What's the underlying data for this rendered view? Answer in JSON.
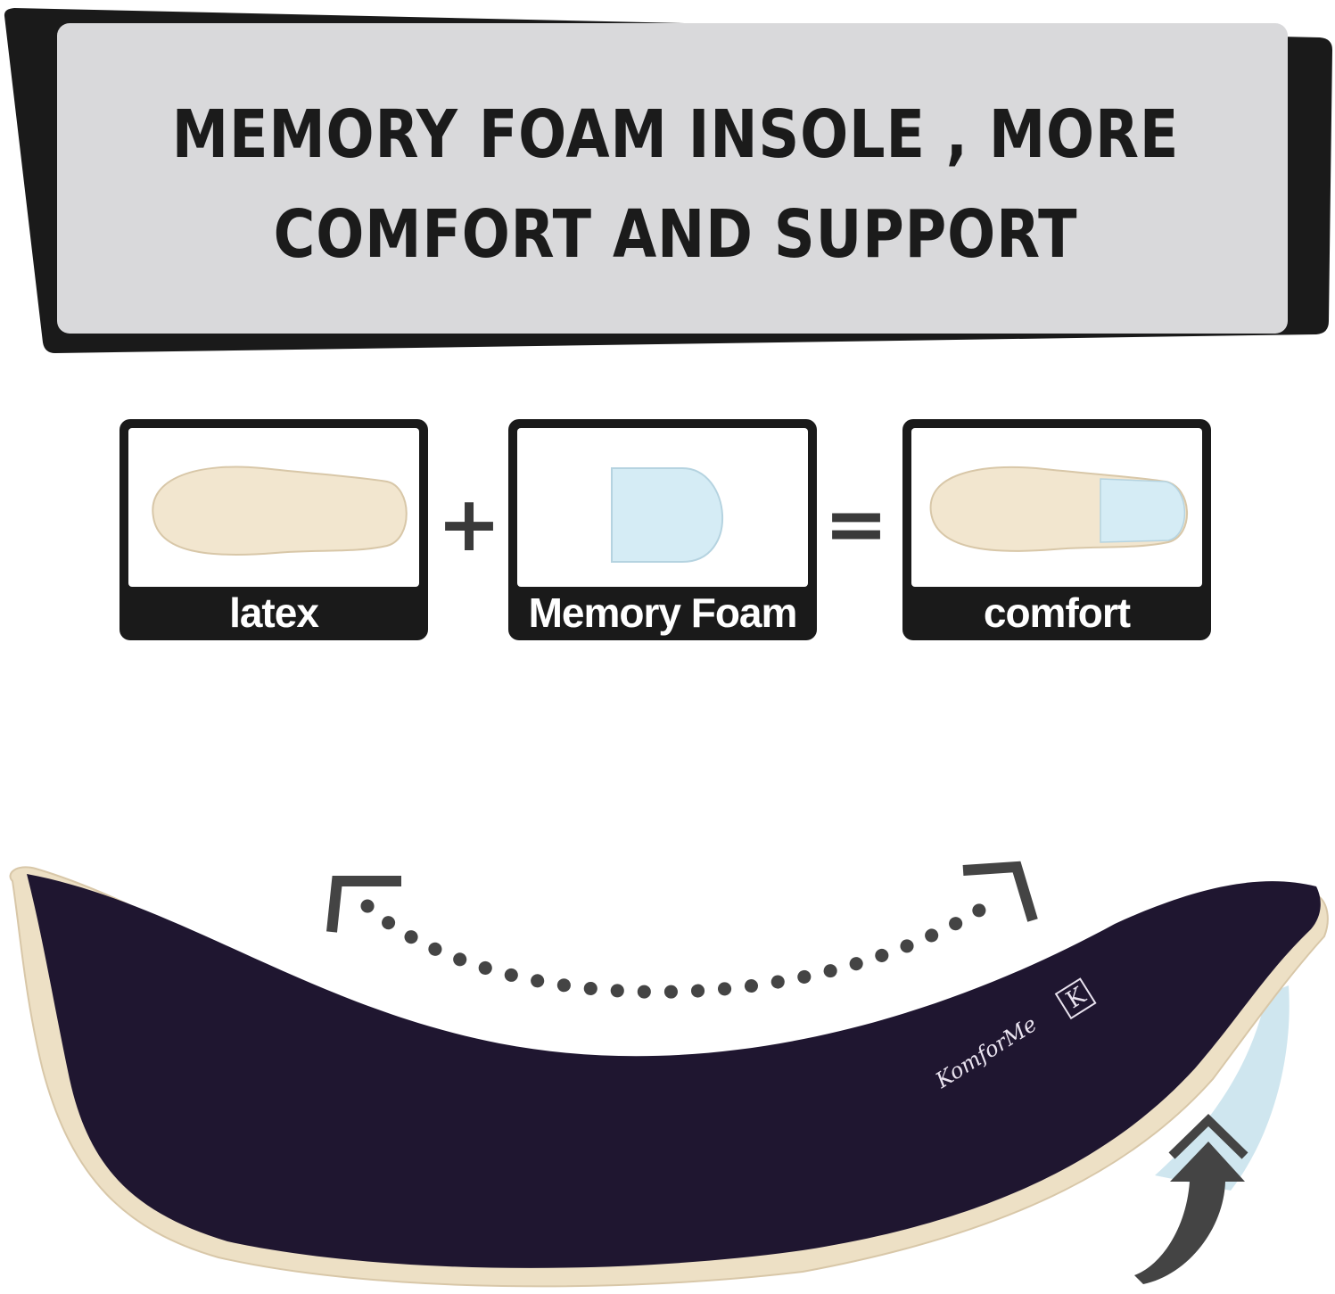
{
  "headline": {
    "line1": "MEMORY FOAM INSOLE , MORE",
    "line2": "COMFORT AND SUPPORT"
  },
  "equation": {
    "cards": [
      {
        "label": "latex"
      },
      {
        "label": "Memory Foam"
      },
      {
        "label": "comfort"
      }
    ],
    "plus": "+",
    "equals": "="
  },
  "brand": {
    "logo_text": "KomforMe"
  },
  "colors": {
    "frame": "#1a1a1a",
    "panel": "#d9d9db",
    "latex": "#f2e6cf",
    "memory_foam": "#d5ecf5",
    "insole_top": "#1f1630",
    "arrows": "#444444"
  },
  "icons": [
    "bend-arrow-icon",
    "heel-lift-arrow-icon"
  ]
}
